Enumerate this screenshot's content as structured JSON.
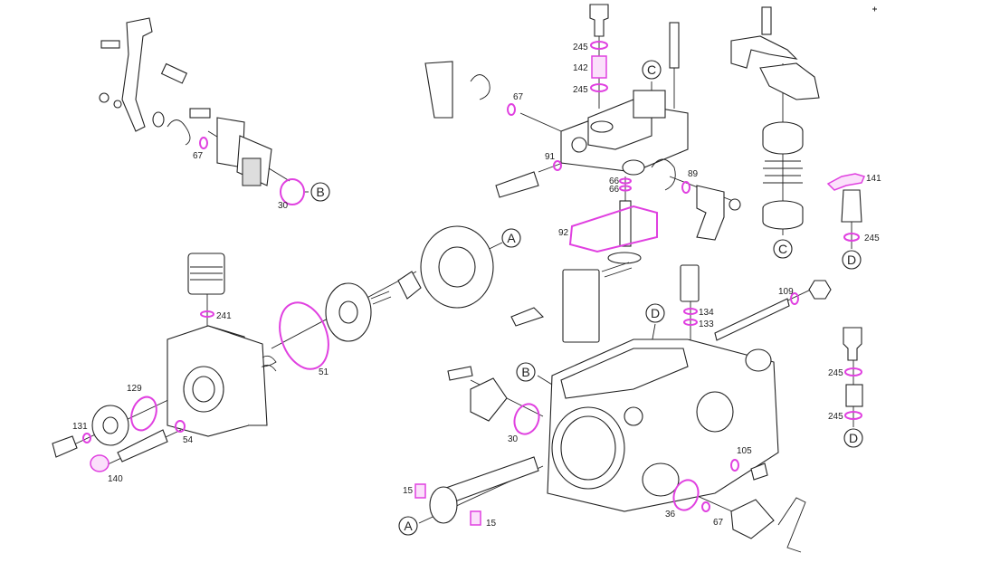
{
  "diagram": {
    "type": "exploded parts diagram",
    "accent_color": "#e040e0",
    "part_labels": {
      "p245a": "245",
      "p142": "142",
      "p245b": "245",
      "p67a": "67",
      "p91": "91",
      "p66a": "66",
      "p66b": "66",
      "p89": "89",
      "p141": "141",
      "p245c": "245",
      "p92": "92",
      "p67b": "67",
      "p30a": "30",
      "p241": "241",
      "p51": "51",
      "p109": "109",
      "p134": "134",
      "p133": "133",
      "p129": "129",
      "p131": "131",
      "p54": "54",
      "p140": "140",
      "p30b": "30",
      "p105": "105",
      "p15a": "15",
      "p15b": "15",
      "p36": "36",
      "p67c": "67",
      "p245d": "245",
      "p245e": "245"
    },
    "reference_markers": {
      "c_head": "C",
      "c_right": "C",
      "d_right1": "D",
      "d_housing": "D",
      "d_right2": "D",
      "a_disc": "A",
      "a_shaft": "A",
      "b_top": "B",
      "b_housing": "B"
    }
  }
}
